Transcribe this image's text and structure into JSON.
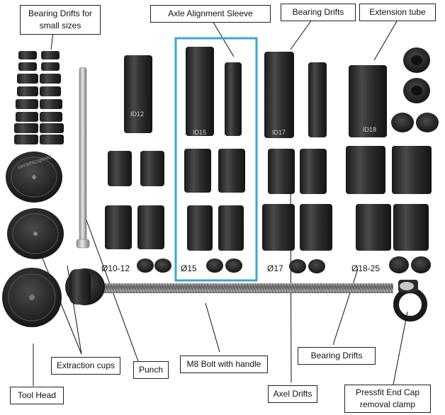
{
  "accent_color": "#3aa7d3",
  "part_color": "#2b2b2b",
  "callouts": {
    "bearing_drifts_small": {
      "line1": "Bearing Drifts for",
      "line2": "small sizes"
    },
    "axle_alignment_sleeve": "Axle Alignment Sleeve",
    "bearing_drifts_top": "Bearing Drifts",
    "extension_tube": "Extension tube",
    "extraction_cups": "Extraction cups",
    "punch": "Punch",
    "m8_bolt": "M8 Bolt with handle",
    "bearing_drifts_bottom": "Bearing Drifts",
    "tool_head": "Tool Head",
    "axel_drifts": "Axel Drifts",
    "pressfit_clamp": {
      "line1": "Pressfit End Cap",
      "line2": "removal clamp"
    }
  },
  "size_labels": {
    "s10_12": "Ø10-12",
    "s15": "Ø15",
    "s17": "Ø17",
    "s18_25": "Ø18-25"
  },
  "sleeve_ids": {
    "id12": "ID12",
    "id15": "ID15",
    "id17": "ID17",
    "id18": "ID18"
  },
  "brand": "ceramicspeed"
}
